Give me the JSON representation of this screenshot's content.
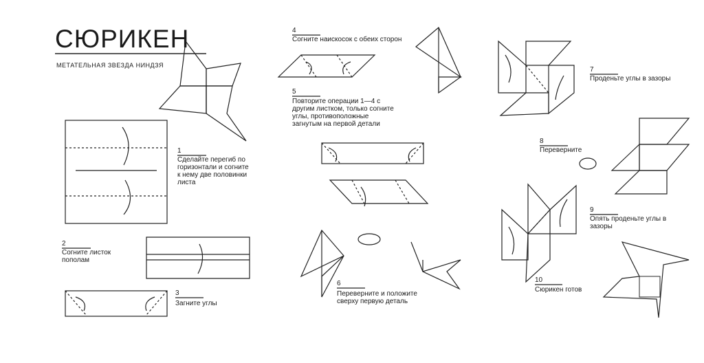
{
  "title": "СЮРИКЕН",
  "subtitle": "МЕТАТЕЛЬНАЯ ЗВЕЗДА НИНДЗЯ",
  "steps": [
    {
      "n": "1",
      "text": "Сделайте перегиб по горизонтали и согните к нему две половинки листа"
    },
    {
      "n": "2",
      "text": "Согните листок пополам"
    },
    {
      "n": "3",
      "text": "Загните углы"
    },
    {
      "n": "4",
      "text": "Согните наискосок с обеих сторон"
    },
    {
      "n": "5",
      "text": "Повторите операции 1—4 с другим листком, только согните углы, противоположные загнутым на первой детали"
    },
    {
      "n": "6",
      "text": "Переверните и положите сверху первую деталь"
    },
    {
      "n": "7",
      "text": "Проденьте углы в зазоры"
    },
    {
      "n": "8",
      "text": "Переверните"
    },
    {
      "n": "9",
      "text": "Опять проденьте углы в зазоры"
    },
    {
      "n": "10",
      "text": "Сюрикен готов"
    }
  ]
}
